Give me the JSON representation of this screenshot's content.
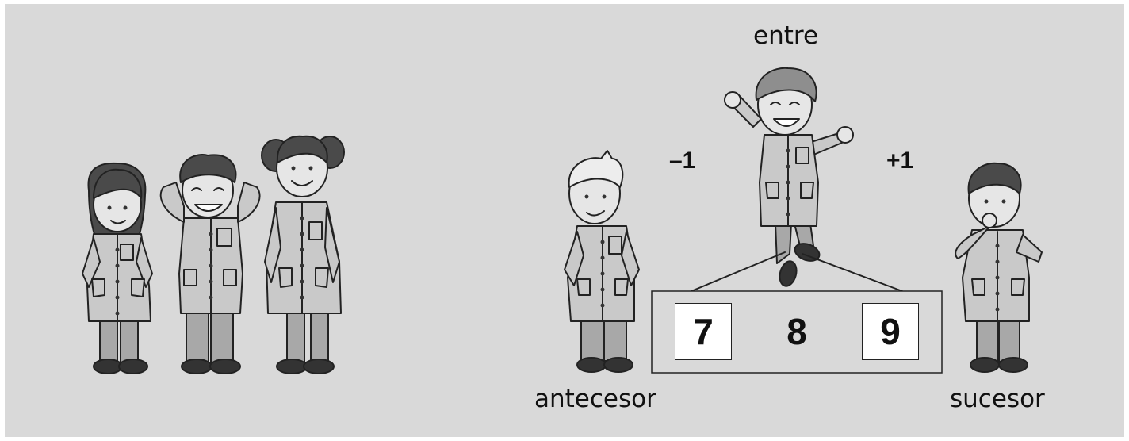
{
  "labels": {
    "between": "entre",
    "predecessor": "antecesor",
    "successor": "sucesor"
  },
  "operators": {
    "minus": "–1",
    "plus": "+1"
  },
  "numbers": {
    "predecessor": "7",
    "middle": "8",
    "successor": "9"
  },
  "colors": {
    "background": "#d9d9d9",
    "coat": "#c9c9c9",
    "pants": "#a8a8a8",
    "shoes": "#333333",
    "skin": "#e6e6e6",
    "outline": "#222222"
  }
}
